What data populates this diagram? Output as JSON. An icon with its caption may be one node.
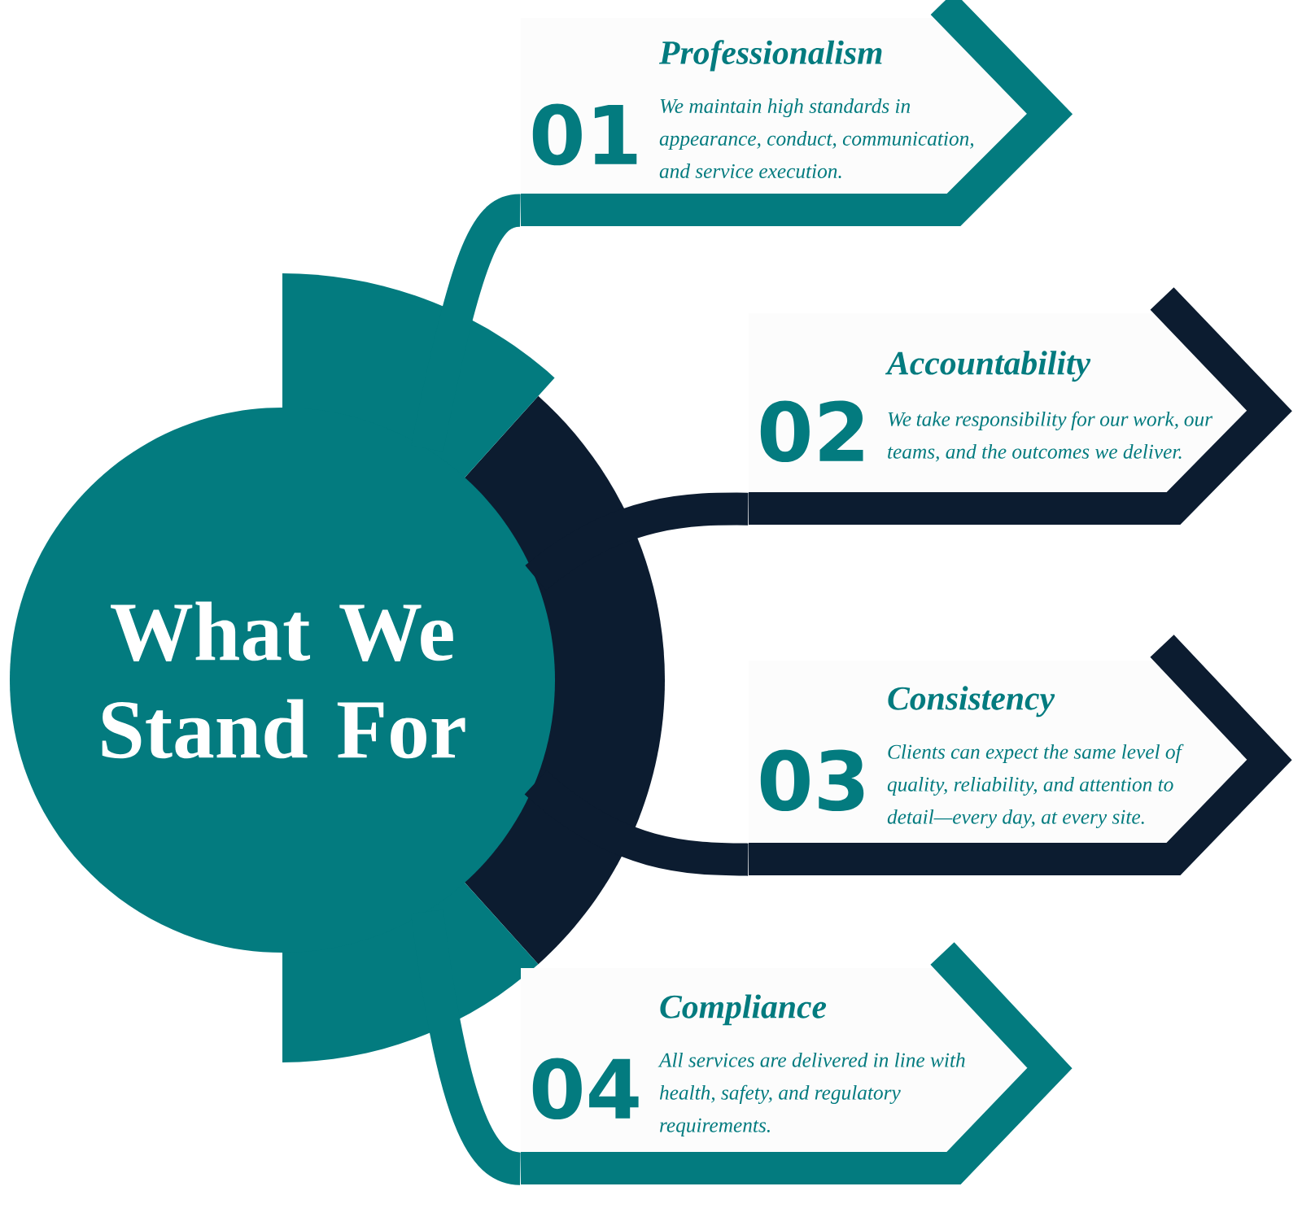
{
  "diagram": {
    "nodes": [
      {
        "text": [
          "What We Stand For"
        ]
      },
      {
        "text": [
          "Professionalism",
          "01",
          "We maintain high standards in appearance, conduct, communication, and service execution."
        ]
      },
      {
        "text": [
          "Accountability",
          "02",
          "We take responsibility for our work, our teams, and the outcomes we deliver."
        ]
      },
      {
        "text": [
          "Consistency",
          "03",
          "Clients can expect the same level of quality, reliability, and attention to detail—every day, at every site."
        ]
      },
      {
        "text": [
          "Compliance",
          "04",
          "All services are delivered in line with health, safety, and regulatory requirements."
        ]
      }
    ],
    "edges": [
      {
        "from": 0,
        "to": 1,
        "arrow": "none",
        "color": "#037b7f"
      },
      {
        "from": 0,
        "to": 2,
        "arrow": "none",
        "color": "#0c1c30"
      },
      {
        "from": 0,
        "to": 3,
        "arrow": "none",
        "color": "#0c1c30"
      },
      {
        "from": 0,
        "to": 4,
        "arrow": "none",
        "color": "#037b7f"
      }
    ]
  }
}
